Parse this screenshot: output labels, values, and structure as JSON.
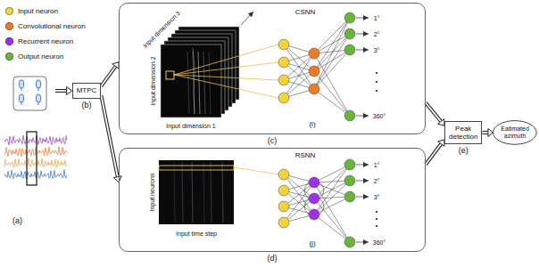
{
  "diagram": {
    "nodes": [
      {
        "text": [
          "(a)"
        ]
      },
      {
        "text": [
          "MTPC",
          "(b)"
        ]
      },
      {
        "text": [
          "(c)"
        ]
      },
      {
        "text": [
          "(d)"
        ]
      },
      {
        "text": [
          "Peak detection",
          "(e)"
        ]
      },
      {
        "text": [
          "Eatimated azimuth"
        ]
      }
    ],
    "edges": [
      {
        "from": 0,
        "to": 1,
        "arrow": "to"
      },
      {
        "from": 1,
        "to": 2,
        "arrow": "to"
      },
      {
        "from": 1,
        "to": 3,
        "arrow": "to"
      },
      {
        "from": 2,
        "to": 4,
        "arrow": "to"
      },
      {
        "from": 3,
        "to": 4,
        "arrow": "to"
      },
      {
        "from": 4,
        "to": 5,
        "arrow": "to"
      }
    ],
    "labels": [
      "Input dimension 3",
      "Input dimension 2",
      "Input dimension 1",
      "CSNN",
      "1°",
      "2°",
      "3°",
      "360°",
      "(i)",
      "Input neurons",
      "Input time step",
      "RSNN",
      "1°",
      "2°",
      "3°",
      "360°",
      "(j)"
    ],
    "legend": [
      {
        "text": "Input neuron",
        "color": "#f3d23a"
      },
      {
        "text": "Convolutional neuron",
        "color": "#f27b21"
      },
      {
        "text": "Recurrent neuron",
        "color": "#a12cf2"
      },
      {
        "text": "Output neuron",
        "color": "#6ab33c"
      }
    ]
  }
}
